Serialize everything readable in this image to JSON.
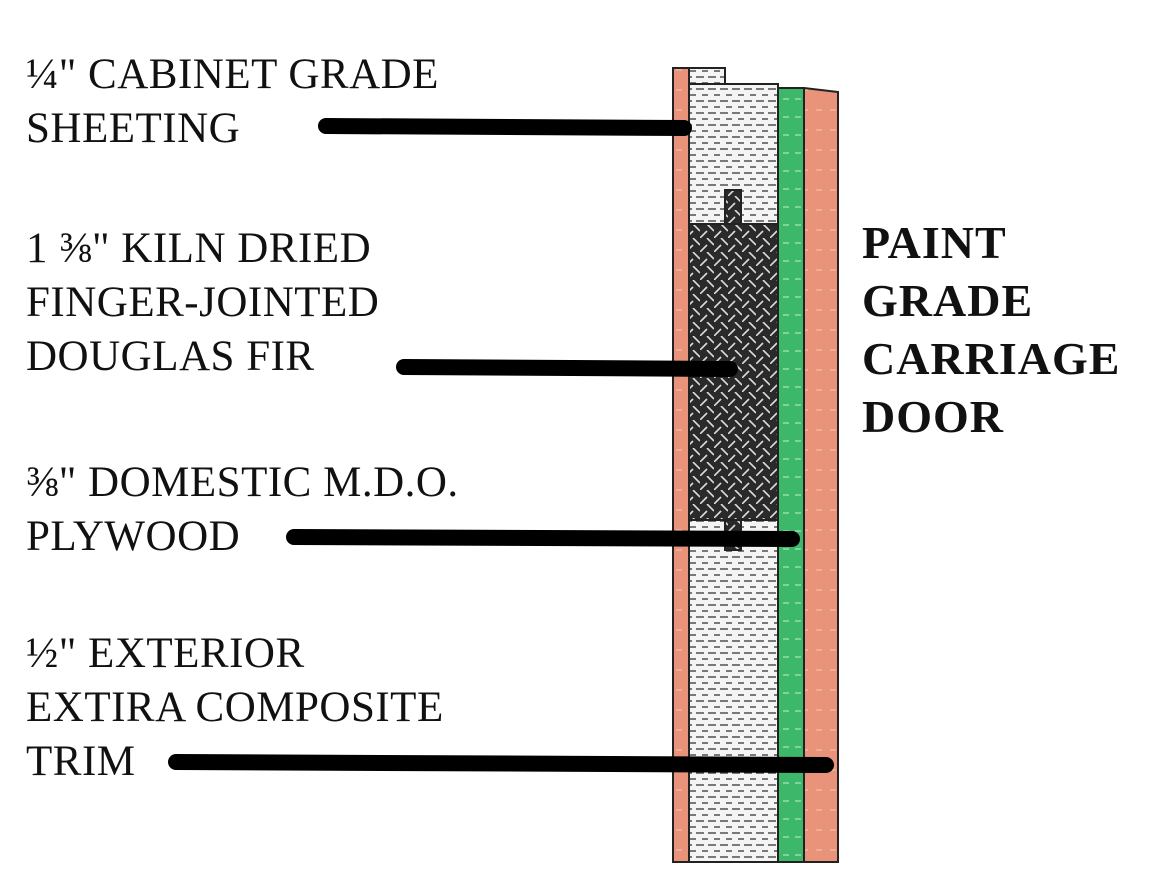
{
  "title": [
    "PAINT",
    "GRADE",
    "CARRIAGE",
    "DOOR"
  ],
  "labels": {
    "sheeting": [
      "¼\" CABINET GRADE",
      "SHEETING"
    ],
    "fir": [
      "1 ⅜\" KILN DRIED",
      "FINGER-JOINTED",
      "DOUGLAS FIR"
    ],
    "plywood": [
      "⅜\" DOMESTIC M.D.O.",
      "PLYWOOD"
    ],
    "trim": [
      "½\" EXTERIOR",
      "EXTIRA COMPOSITE",
      "TRIM"
    ]
  },
  "colors": {
    "trim": "#e8937a",
    "plywood": "#3db86a",
    "fir": "#2a2a2a",
    "sheeting": "#f2f2f2",
    "leader": "#000000"
  }
}
